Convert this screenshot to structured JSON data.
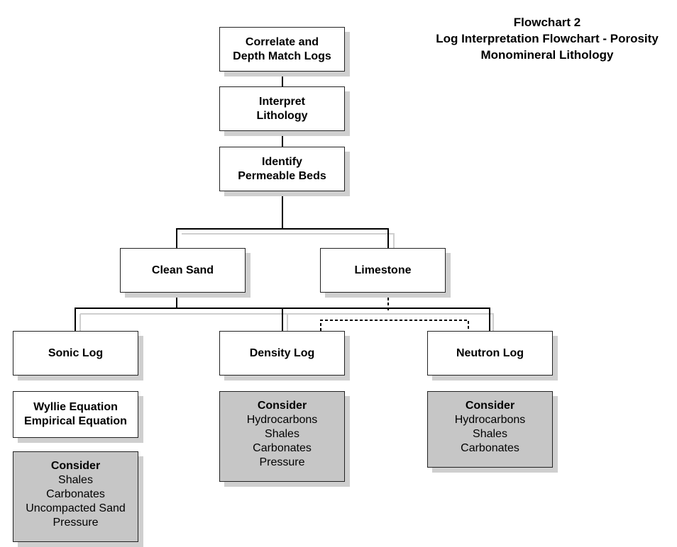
{
  "title": {
    "line1": "Flowchart 2",
    "line2": "Log Interpretation Flowchart - Porosity",
    "line3": "Monomineral Lithology"
  },
  "nodes": {
    "correlate": {
      "line1": "Correlate and",
      "line2": "Depth Match Logs"
    },
    "interpret": {
      "line1": "Interpret",
      "line2": "Lithology"
    },
    "identify": {
      "line1": "Identify",
      "line2": "Permeable Beds"
    },
    "clean_sand": "Clean Sand",
    "limestone": "Limestone",
    "sonic_log": "Sonic Log",
    "density_log": "Density Log",
    "neutron_log": "Neutron Log",
    "wyllie": {
      "line1": "Wyllie Equation",
      "line2": "Empirical Equation"
    }
  },
  "considerations": {
    "sonic": {
      "heading": "Consider",
      "items": [
        "Shales",
        "Carbonates",
        "Uncompacted Sand",
        "Pressure"
      ]
    },
    "density": {
      "heading": "Consider",
      "items": [
        "Hydrocarbons",
        "Shales",
        "Carbonates",
        "Pressure"
      ]
    },
    "neutron": {
      "heading": "Consider",
      "items": [
        "Hydrocarbons",
        "Shales",
        "Carbonates"
      ]
    }
  }
}
